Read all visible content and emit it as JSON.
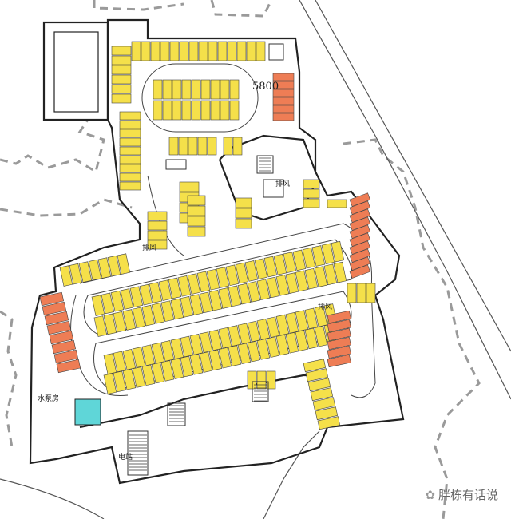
{
  "labels": {
    "dimension": "5800",
    "exhaust_north": "排风",
    "exhaust_west": "排风",
    "exhaust_east": "排风",
    "pump_room": "水泵房",
    "power_station": "电站"
  },
  "watermark": "胖栋有话说",
  "colors": {
    "standard_stall": "#f5e04a",
    "special_stall": "#ee7d55",
    "equipment": "#5fd6d8",
    "wall": "#222222",
    "boundary_dashed": "#9a9a9a"
  }
}
